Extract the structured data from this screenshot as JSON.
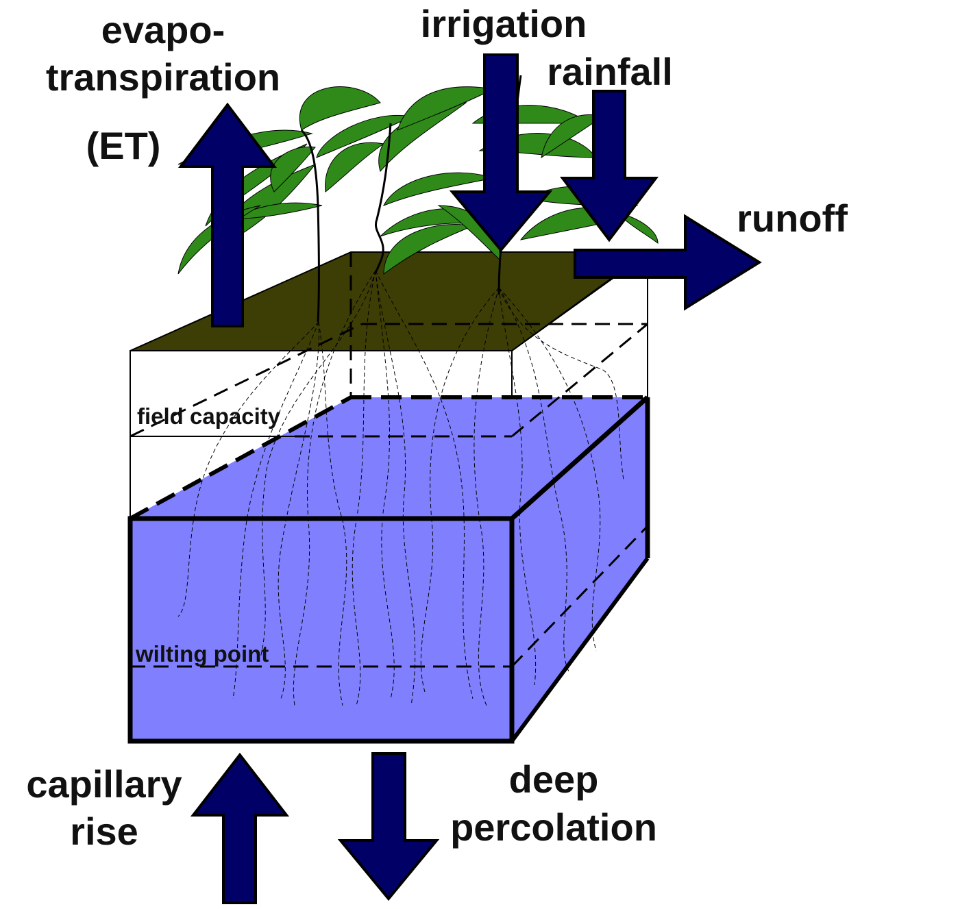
{
  "labels": {
    "et_line1": "evapo-",
    "et_line2": "transpiration",
    "et_line3": "(ET)",
    "irrigation": "irrigation",
    "rainfall": "rainfall",
    "runoff": "runoff",
    "field_capacity": "field capacity",
    "wilting_point": "wilting point",
    "capillary_line1": "capillary",
    "capillary_line2": "rise",
    "deep_line1": "deep",
    "deep_line2": "percolation"
  },
  "colors": {
    "arrow": "#000066",
    "water": "#8080ff",
    "soil_surface": "#3d3d06",
    "leaf": "#2f8a1a",
    "outline": "#000000"
  },
  "icons": {
    "et_arrow": "arrow-up-icon",
    "irrigation_arrow": "arrow-down-icon",
    "rainfall_arrow": "arrow-down-icon",
    "runoff_arrow": "arrow-right-icon",
    "capillary_arrow": "arrow-up-icon",
    "deep_arrow": "arrow-down-icon"
  }
}
